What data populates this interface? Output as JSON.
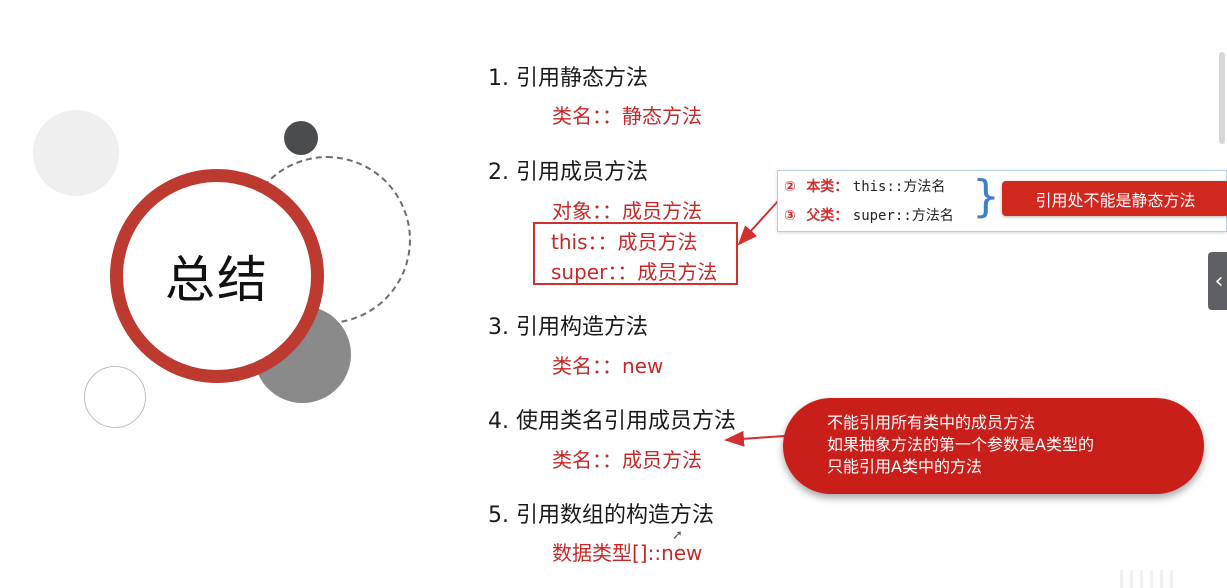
{
  "title_circle": {
    "label": "总结"
  },
  "items": [
    {
      "label": "1.  引用静态方法",
      "subs": [
        "类名：：静态方法"
      ]
    },
    {
      "label": "2.  引用成员方法",
      "subs": [
        "对象：：成员方法",
        "this：：成员方法",
        "super：：成员方法"
      ]
    },
    {
      "label": "3.  引用构造方法",
      "subs": [
        "类名：：new"
      ]
    },
    {
      "label": "4.  使用类名引用成员方法",
      "subs": [
        "类名：：成员方法"
      ]
    },
    {
      "label": "5.  引用数组的构造方法",
      "subs": [
        "数据类型[]::new"
      ]
    }
  ],
  "callout": {
    "row1": {
      "num": "②",
      "key": "本类：",
      "code": "this::方法名"
    },
    "row2": {
      "num": "③",
      "key": "父类：",
      "code": "super::方法名"
    },
    "note": "引用处不能是静态方法"
  },
  "bubble": {
    "lines": [
      "不能引用所有类中的成员方法",
      "如果抽象方法的第一个参数是A类型的",
      "只能引用A类中的方法"
    ]
  },
  "sidetab": {
    "icon": "chevron-left-icon",
    "glyph": "‹"
  },
  "colors": {
    "accent_red": "#c62828",
    "ring_red": "#bc3a2f",
    "brace_blue": "#3f7fc7"
  }
}
